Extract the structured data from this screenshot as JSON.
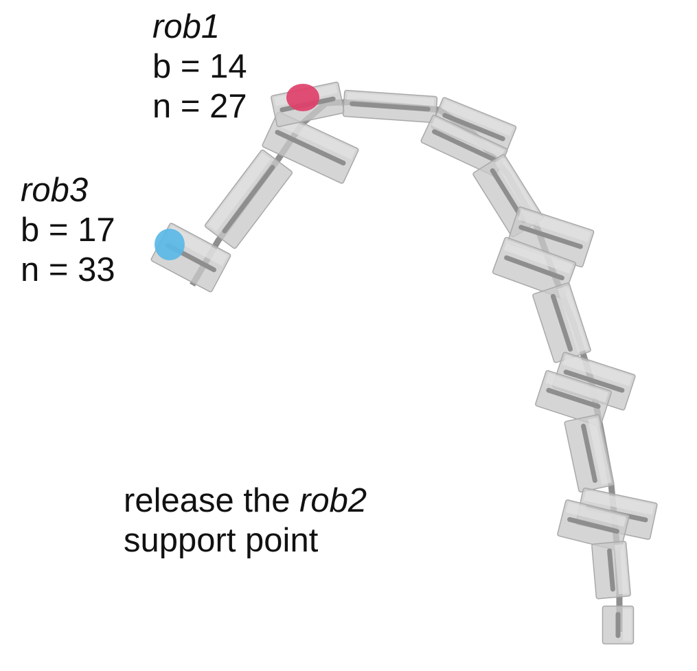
{
  "labels": {
    "rob1": {
      "name": "rob1",
      "b": "b = 14",
      "n": "n = 27"
    },
    "rob3": {
      "name": "rob3",
      "b": "b = 17",
      "n": "n = 33"
    },
    "caption": {
      "prefix": "release the ",
      "name": "rob2",
      "line2": "support point"
    }
  },
  "colors": {
    "rob1_marker": "#e0406a",
    "rob3_marker": "#5ab8e6",
    "module_fill": "#c9c9c9",
    "module_edge": "#a8a8a8",
    "spine": "#8e8e8e",
    "text": "#111111"
  }
}
